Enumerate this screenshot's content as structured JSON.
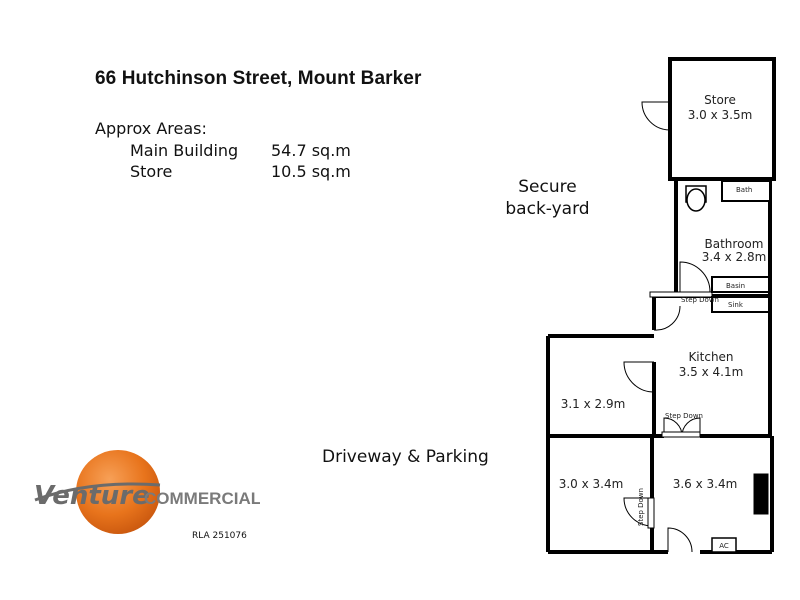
{
  "heading": "66 Hutchinson Street, Mount Barker",
  "areas": {
    "title": "Approx Areas:",
    "rows": [
      {
        "name": "Main Building",
        "value": "54.7 sq.m"
      },
      {
        "name": "Store",
        "value": "10.5 sq.m"
      }
    ]
  },
  "outdoor": {
    "backyard_line1": "Secure",
    "backyard_line2": "back-yard",
    "driveway": "Driveway & Parking"
  },
  "rooms": {
    "store_name": "Store",
    "store_dims": "3.0 x 3.5m",
    "bathroom_name": "Bathroom",
    "bathroom_dims": "3.4 x 2.8m",
    "bath": "Bath",
    "basin": "Basin",
    "sink": "Sink",
    "kitchen_name": "Kitchen",
    "kitchen_dims": "3.5 x 4.1m",
    "room_left_upper": "3.1 x 2.9m",
    "room_left_lower": "3.0 x 3.4m",
    "room_right_lower": "3.6 x 3.4m",
    "ac": "AC",
    "step_down_1": "Step Down",
    "step_down_2": "Step Down",
    "step_down_3": "Step Down"
  },
  "logo": {
    "brand": "Venture",
    "sub": "COMMERCIAL",
    "rla": "RLA 251076",
    "colors": {
      "orange": "#e8741c",
      "grey": "#6b6b6b"
    }
  }
}
